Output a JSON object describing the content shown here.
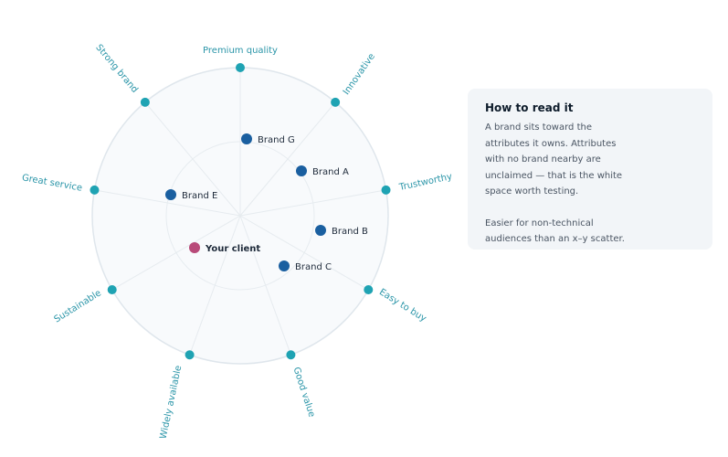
{
  "chart_data": {
    "type": "radial-positioning-map",
    "attributes": [
      {
        "label": "Premium quality"
      },
      {
        "label": "Innovative"
      },
      {
        "label": "Trustworthy"
      },
      {
        "label": "Easy to buy"
      },
      {
        "label": "Good value"
      },
      {
        "label": "Widely available"
      },
      {
        "label": "Sustainable"
      },
      {
        "label": "Great service"
      },
      {
        "label": "Strong brand"
      }
    ],
    "brands": [
      {
        "label": "Brand G",
        "highlight": false
      },
      {
        "label": "Brand A",
        "highlight": false
      },
      {
        "label": "Brand E",
        "highlight": false
      },
      {
        "label": "Brand B",
        "highlight": false
      },
      {
        "label": "Your client",
        "highlight": true
      },
      {
        "label": "Brand C",
        "highlight": false
      }
    ],
    "colors": {
      "attribute": "#1fa3b3",
      "brand": "#1a5fa0",
      "client": "#b84a79",
      "ring": "#dfe6ec",
      "fill": "#f8fafc"
    }
  },
  "info": {
    "title": "How to read it",
    "paragraph1": "A brand sits toward the attributes it owns. Attributes with no brand nearby are unclaimed — that is the white space worth testing.",
    "paragraph2": "Easier for non-technical audiences than an x–y scatter."
  }
}
